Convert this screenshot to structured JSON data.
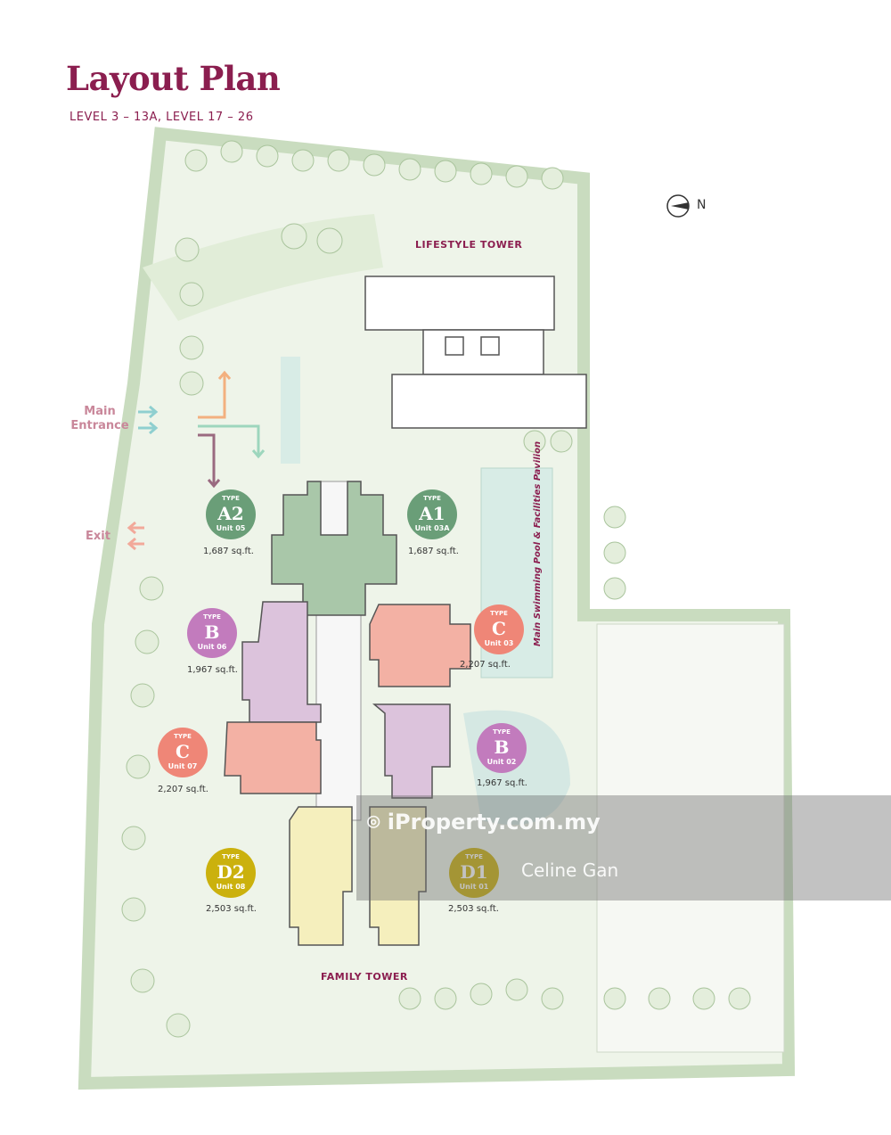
{
  "header": {
    "title": "Layout Plan",
    "subtitle": "LEVEL 3 – 13A, LEVEL 17 – 26"
  },
  "compass": {
    "label": "N"
  },
  "labels": {
    "lifestyle_tower": "LIFESTYLE TOWER",
    "family_tower": "FAMILY TOWER",
    "main_entrance": "Main Entrance",
    "exit": "Exit",
    "pool": "Main Swimming Pool & Facilities Pavilion"
  },
  "units": [
    {
      "type_label": "TYPE",
      "code": "A2",
      "unit": "Unit 05",
      "area": "1,687 sq.ft.",
      "color": "#6a9e78"
    },
    {
      "type_label": "TYPE",
      "code": "A1",
      "unit": "Unit 03A",
      "area": "1,687 sq.ft.",
      "color": "#6a9e78"
    },
    {
      "type_label": "TYPE",
      "code": "B",
      "unit": "Unit 06",
      "area": "1,967 sq.ft.",
      "color": "#c27bbd"
    },
    {
      "type_label": "TYPE",
      "code": "C",
      "unit": "Unit 03",
      "area": "2,207 sq.ft.",
      "color": "#ef8677"
    },
    {
      "type_label": "TYPE",
      "code": "C",
      "unit": "Unit 07",
      "area": "2,207 sq.ft.",
      "color": "#ef8677"
    },
    {
      "type_label": "TYPE",
      "code": "B",
      "unit": "Unit 02",
      "area": "1,967 sq.ft.",
      "color": "#c27bbd"
    },
    {
      "type_label": "TYPE",
      "code": "D2",
      "unit": "Unit 08",
      "area": "2,503 sq.ft.",
      "color": "#cbb10d"
    },
    {
      "type_label": "TYPE",
      "code": "D1",
      "unit": "Unit 01",
      "area": "2,503 sq.ft.",
      "color": "#cbb10d"
    }
  ],
  "watermark": {
    "site": "iProperty.com.my",
    "agent": "Celine Gan"
  }
}
